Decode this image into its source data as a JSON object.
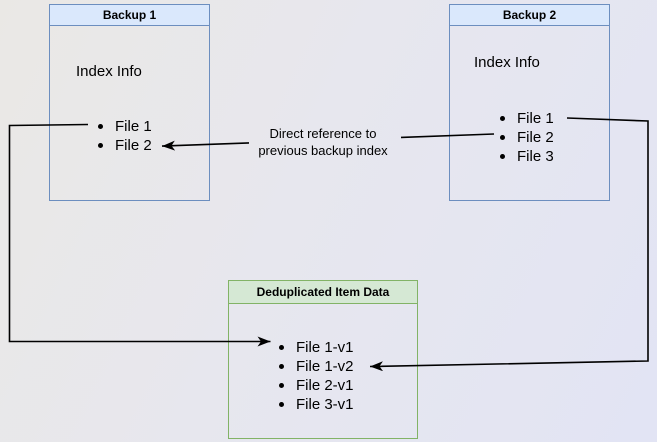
{
  "boxes": {
    "backup1": {
      "title": "Backup 1",
      "body_label": "Index Info",
      "items": [
        "File 1",
        "File 2"
      ]
    },
    "backup2": {
      "title": "Backup 2",
      "body_label": "Index Info",
      "items": [
        "File 1",
        "File 2",
        "File 3"
      ]
    },
    "dedup": {
      "title": "Deduplicated Item Data",
      "items": [
        "File 1-v1",
        "File 1-v2",
        "File 2-v1",
        "File 3-v1"
      ]
    }
  },
  "annotation": {
    "line1": "Direct reference to",
    "line2": "previous backup index"
  },
  "colors": {
    "blue_fill": "#dae8fc",
    "blue_stroke": "#6c8ebf",
    "green_fill": "#d5e8d4",
    "green_stroke": "#82b366",
    "arrow": "#000000"
  }
}
